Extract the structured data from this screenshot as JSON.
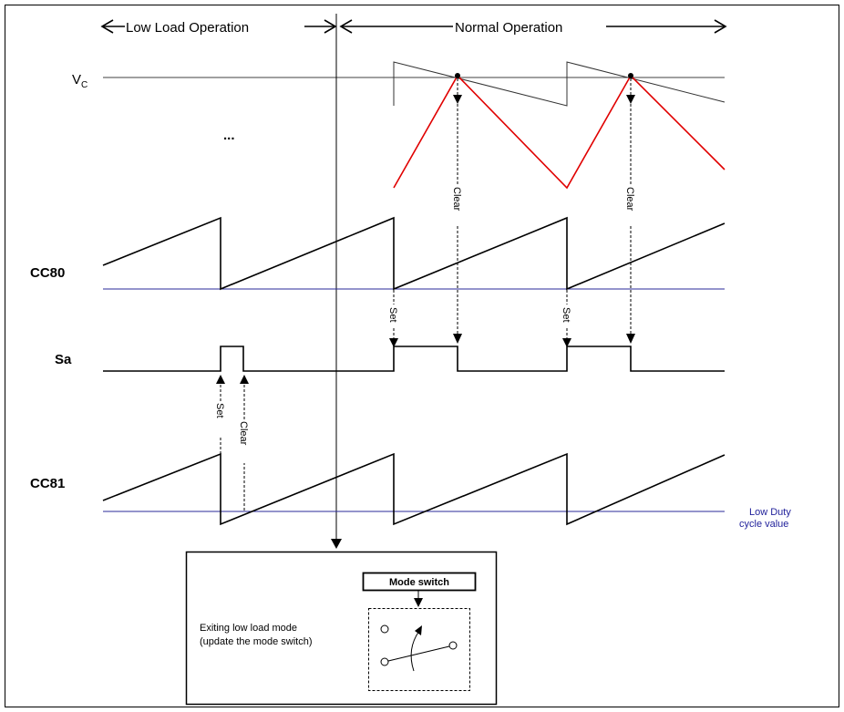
{
  "header": {
    "low_load": "Low Load Operation",
    "normal": "Normal Operation"
  },
  "signals": {
    "vc_main": "V",
    "vc_sub": "C",
    "ellipsis": "...",
    "cc80": "CC80",
    "sa": "Sa",
    "cc81": "CC81"
  },
  "arrow_labels": {
    "clear": "Clear",
    "set": "Set"
  },
  "threshold_label": {
    "line1": "Low Duty",
    "line2": "cycle value"
  },
  "inset": {
    "text_line1": "Exiting low load mode",
    "text_line2": "(update the mode switch)",
    "switch_title": "Mode switch"
  },
  "colors": {
    "red_wave": "#e00000",
    "threshold_line": "#2a2a9a",
    "threshold_text": "#1f1f9a"
  }
}
